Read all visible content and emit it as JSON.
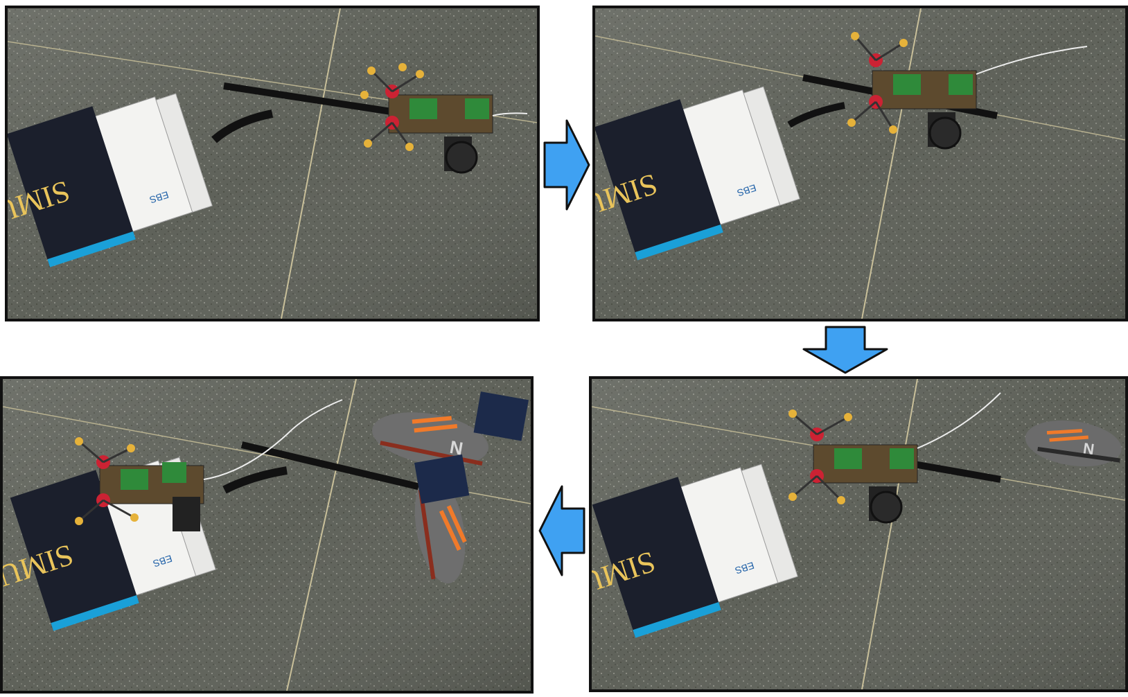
{
  "figure": {
    "frames": [
      {
        "id": "frame-1",
        "book_title": "SIMUL",
        "publisher_tag": "EBS"
      },
      {
        "id": "frame-2",
        "book_title": "SIMUL",
        "publisher_tag": "EBS"
      },
      {
        "id": "frame-3",
        "book_title": "SIMUL",
        "publisher_tag": "EBS"
      },
      {
        "id": "frame-4",
        "book_title": "SIMUL",
        "publisher_tag": "EBS"
      }
    ],
    "arrows": [
      {
        "direction": "right",
        "color": "#3fa1f2"
      },
      {
        "direction": "down",
        "color": "#3fa1f2"
      },
      {
        "direction": "left",
        "color": "#3fa1f2"
      }
    ]
  }
}
